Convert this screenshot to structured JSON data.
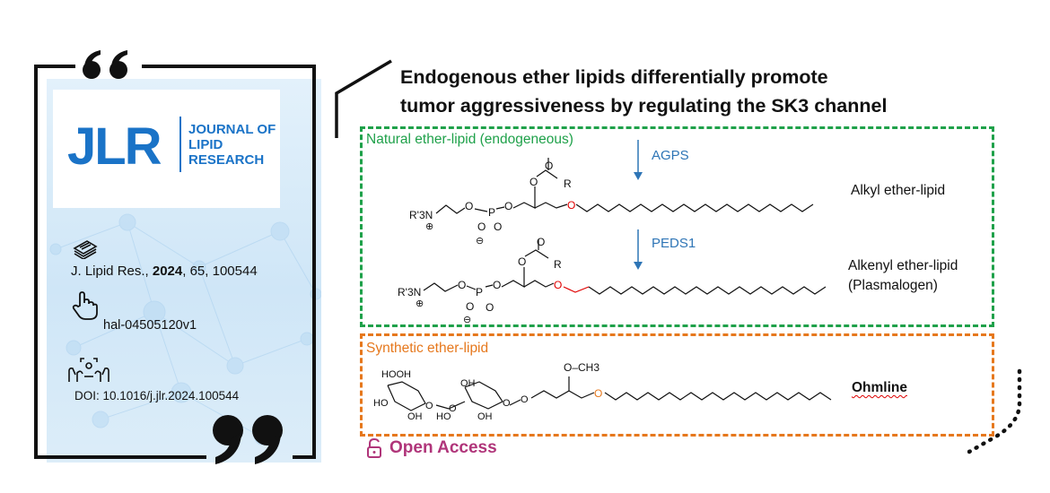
{
  "card": {
    "logo_abbr": "JLR",
    "logo_name": "JOURNAL OF LIPID RESEARCH",
    "citation_journal": "J. Lipid Res., ",
    "citation_year": "2024",
    "citation_rest": ", 65, 100544",
    "hal_id": "hal-04505120v1",
    "doi": "DOI: 10.1016/j.jlr.2024.100544"
  },
  "figure": {
    "title_line1": "Endogenous ether lipids differentially promote",
    "title_line2": "tumor aggressiveness by regulating the SK3 channel",
    "natural_label": "Natural ether-lipid (endogeneous)",
    "synthetic_label": "Synthetic ether-lipid",
    "enzyme1": "AGPS",
    "enzyme2": "PEDS1",
    "compound1": "Alkyl ether-lipid",
    "compound2_line1": "Alkenyl ether-lipid",
    "compound2_line2": "(Plasmalogen)",
    "compound3": "Ohmline",
    "open_access": "Open Access"
  },
  "colors": {
    "natural": "#1fa14a",
    "synthetic": "#e6781d",
    "enzyme": "#2e75b6",
    "brand": "#1a73c7",
    "open_access": "#b0357a",
    "ether_oxygen": "#e00000"
  },
  "chem_labels": {
    "amine": "R'3N",
    "plus": "⊕",
    "minus": "⊖",
    "O": "O",
    "P": "P",
    "R": "R",
    "HO": "HO",
    "OH": "OH",
    "HOOH": "HOOH",
    "methoxy": "O–CH3"
  }
}
